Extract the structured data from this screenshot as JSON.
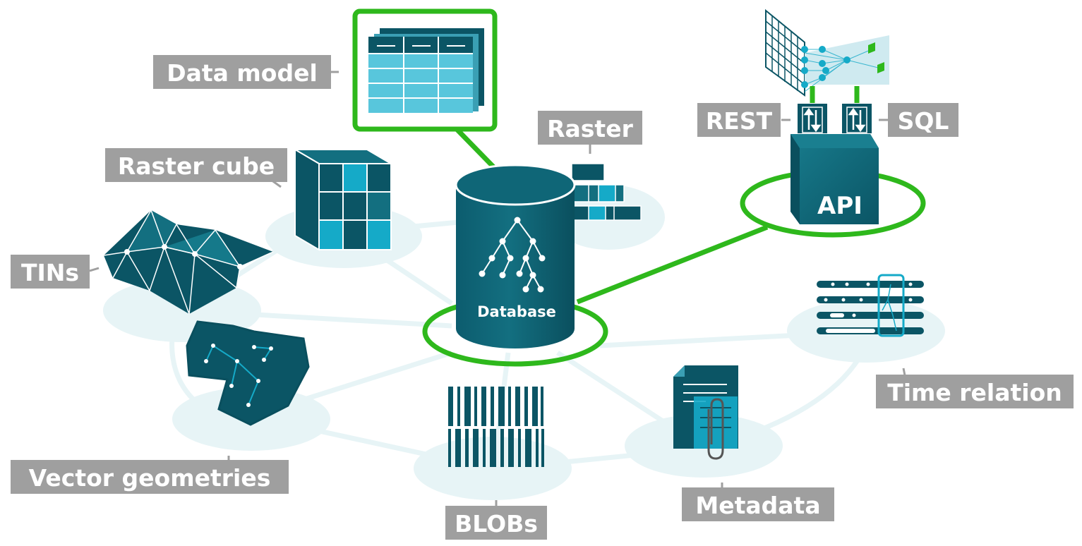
{
  "center": {
    "label": "Database"
  },
  "api": {
    "label": "API",
    "endpoints": [
      "REST",
      "SQL"
    ]
  },
  "nodes": {
    "data_model": "Data model",
    "raster": "Raster",
    "raster_cube": "Raster cube",
    "tins": "TINs",
    "vector_geometries": "Vector geometries",
    "blobs": "BLOBs",
    "metadata": "Metadata",
    "time_relation": "Time relation"
  },
  "colors": {
    "accent": "#2eb81c",
    "dark_teal": "#0b5565",
    "teal": "#136f80",
    "cyan": "#15aac8",
    "light_cyan": "#58c6dc",
    "halo": "#e7f4f6",
    "label_bg": "#9f9f9f"
  },
  "icons": [
    "table-icon",
    "database-icon",
    "tree-icon",
    "raster-pyramid-icon",
    "raster-cube-icon",
    "tin-mesh-icon",
    "polygon-icon",
    "barcode-icon",
    "document-icon",
    "paperclip-icon",
    "timeline-icon",
    "network-icon",
    "arrows-icon",
    "api-box-icon"
  ]
}
